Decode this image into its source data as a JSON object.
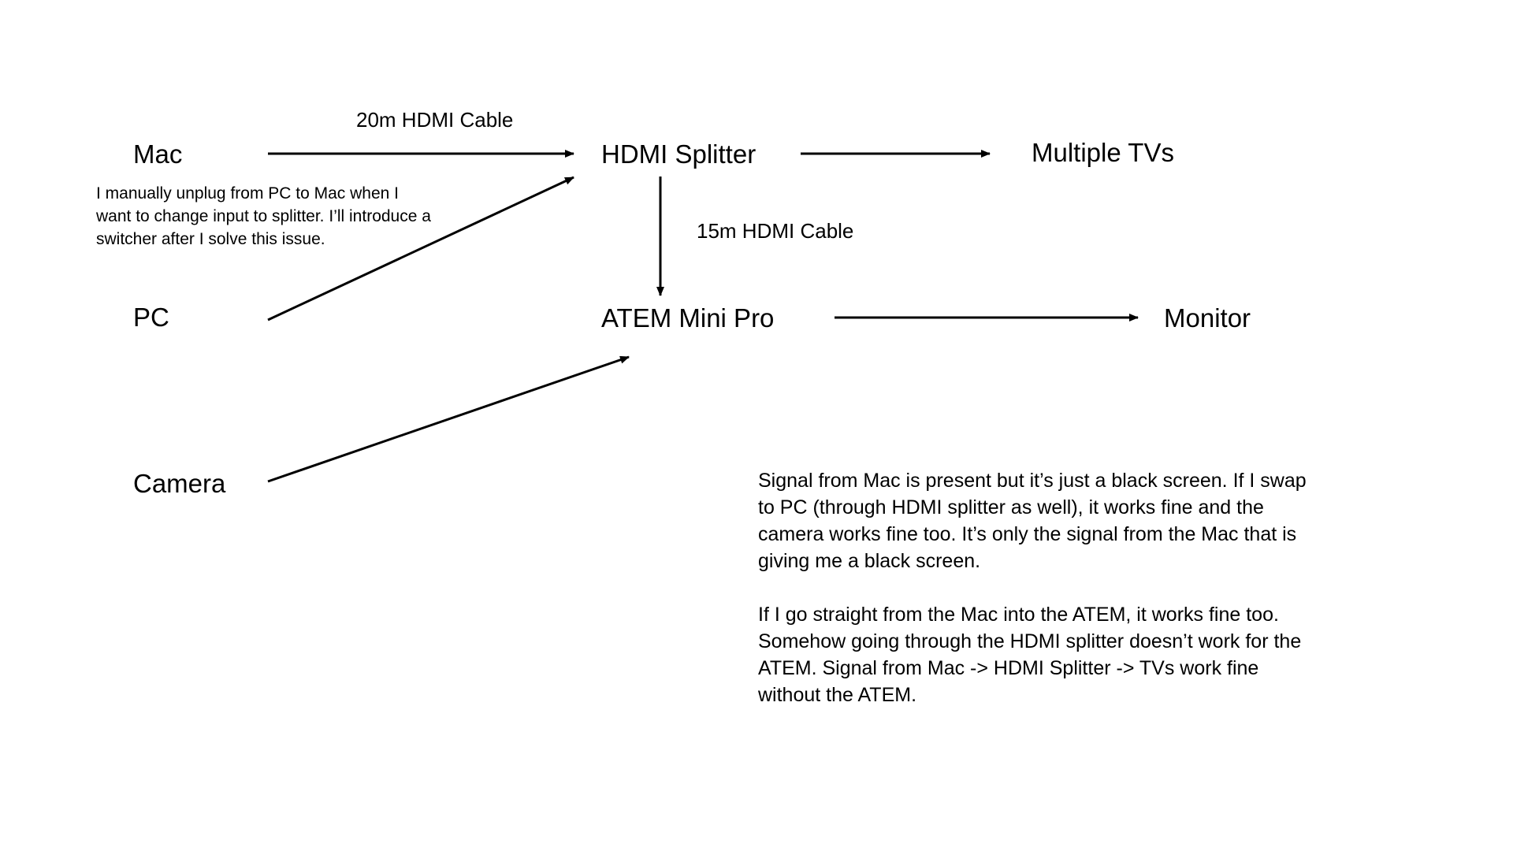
{
  "nodes": {
    "mac": "Mac",
    "pc": "PC",
    "camera": "Camera",
    "hdmi_splitter": "HDMI Splitter",
    "multiple_tvs": "Multiple TVs",
    "atem": "ATEM Mini Pro",
    "monitor": "Monitor"
  },
  "edge_labels": {
    "mac_to_splitter": "20m HDMI Cable",
    "splitter_to_atem": "15m HDMI Cable"
  },
  "notes": {
    "switch_note": "I manually unplug from PC to Mac when I want to change input to splitter. I’ll introduce a switcher after I solve this issue.",
    "problem_paragraph_1": "Signal from Mac is present but it’s just a black screen. If I swap to PC (through HDMI splitter as well), it works fine and the camera works fine too. It’s only the signal from the Mac that is giving me a black screen.",
    "problem_paragraph_2": "If I go straight from the Mac into the ATEM, it works fine too. Somehow going through the HDMI splitter doesn’t work for the ATEM. Signal from Mac -> HDMI Splitter -> TVs work fine without the ATEM."
  },
  "colors": {
    "line": "#000000",
    "background": "#ffffff"
  }
}
